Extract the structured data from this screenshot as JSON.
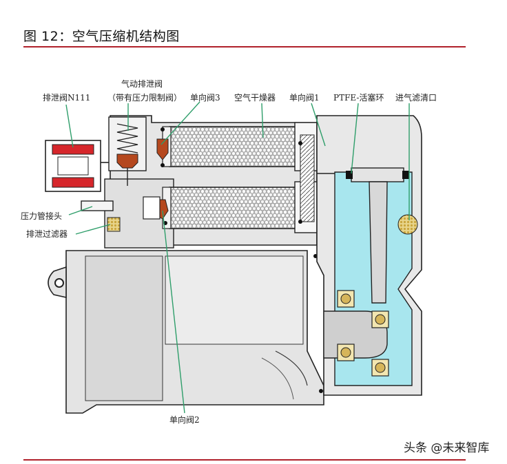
{
  "figure": {
    "title": "图 12：空气压缩机结构图"
  },
  "labels": {
    "drain_valve": "排泄阀N111",
    "pneumatic_drain_valve_line1": "气动排泄阀",
    "pneumatic_drain_valve_line2": "（带有压力限制阀）",
    "check_valve_3": "单向阀3",
    "air_dryer": "空气干燥器",
    "check_valve_1": "单向阀1",
    "ptfe_piston_ring": "PTFE-活塞环",
    "intake_filter": "进气滤清口",
    "pressure_fitting": "压力管接头",
    "drain_filter": "排泄过滤器",
    "check_valve_2": "单向阀2"
  },
  "colors": {
    "rule": "#b0202a",
    "coolant": "#a8e6ee",
    "valve_part": "#b5481e",
    "coil": "#d6262b",
    "leader_line": "#2e9e6a"
  },
  "watermark": "头条 @未来智库"
}
